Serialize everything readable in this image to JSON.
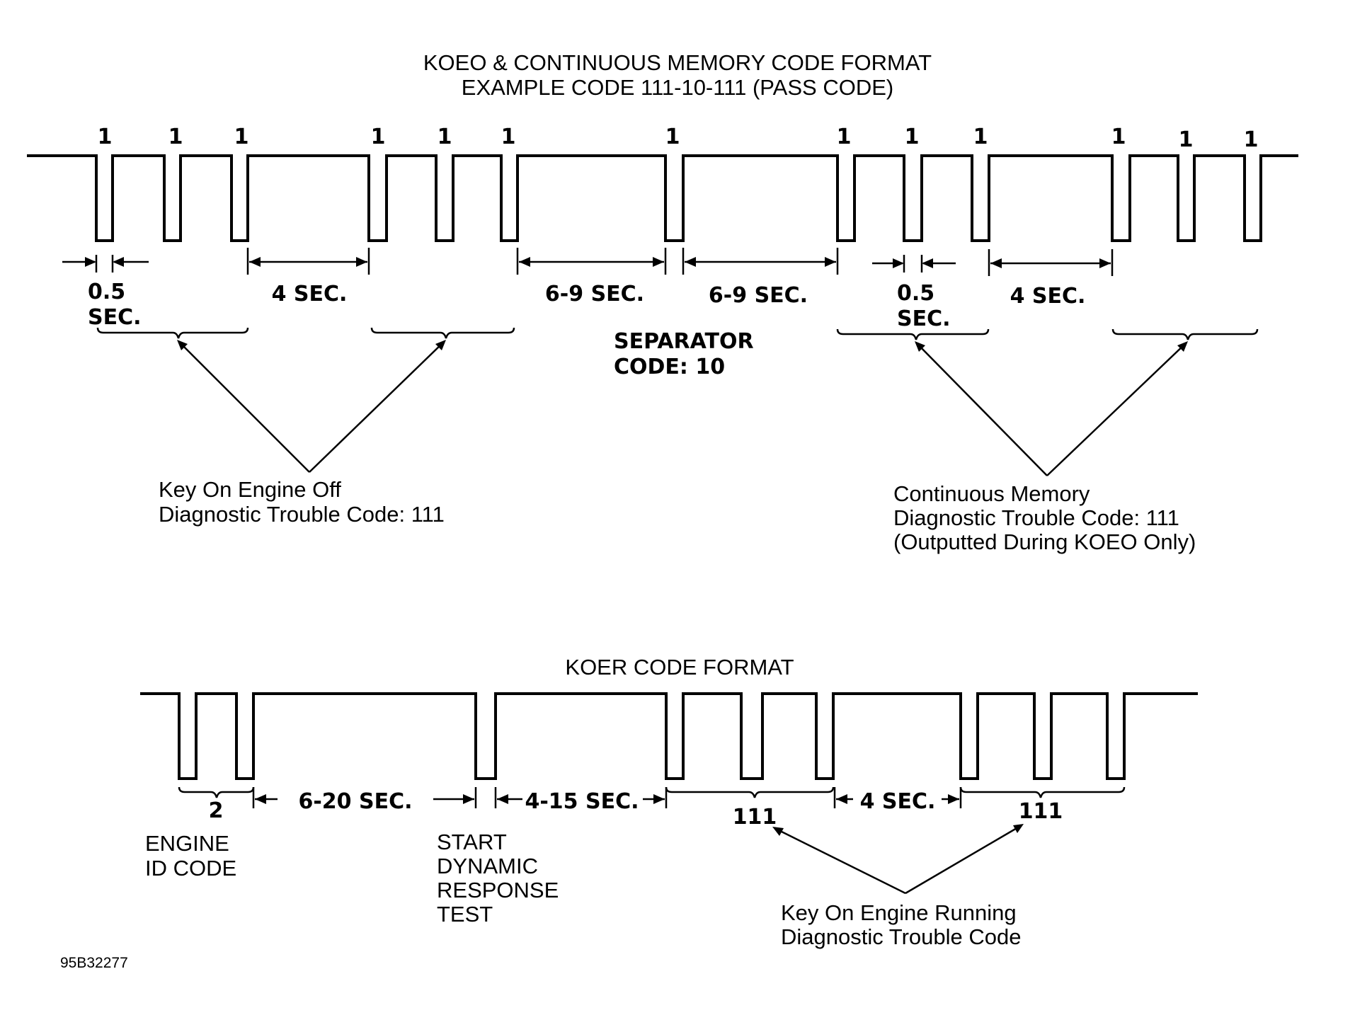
{
  "top": {
    "title_line1": "KOEO & CONTINUOUS MEMORY CODE FORMAT",
    "title_line2": "EXAMPLE CODE 111-10-111 (PASS CODE)",
    "pulse_digits": [
      "1",
      "1",
      "1",
      "1",
      "1",
      "1",
      "1",
      "1",
      "1",
      "1",
      "1",
      "1",
      "1"
    ],
    "timing": {
      "half_sec_a_1": "0.5",
      "half_sec_a_2": "SEC.",
      "four_sec_a": "4 SEC.",
      "six_nine_a": "6-9 SEC.",
      "six_nine_b": "6-9 SEC.",
      "half_sec_b_1": "0.5",
      "half_sec_b_2": "SEC.",
      "four_sec_b": "4 SEC."
    },
    "separator_1": "SEPARATOR",
    "separator_2": "CODE: 10",
    "koeo_label_1": "Key On Engine Off",
    "koeo_label_2": "Diagnostic Trouble Code: 111",
    "cm_label_1": "Continuous Memory",
    "cm_label_2": "Diagnostic Trouble Code: 111",
    "cm_label_3": "(Outputted During KOEO Only)"
  },
  "bottom": {
    "title": "KOER CODE FORMAT",
    "engine_id_digit": "2",
    "engine_id_1": "ENGINE",
    "engine_id_2": "ID CODE",
    "gap_6_20": "6-20 SEC.",
    "gap_4_15": "4-15 SEC.",
    "gap_4": "4 SEC.",
    "code_a": "111",
    "code_b": "111",
    "start_1": "START",
    "start_2": "DYNAMIC",
    "start_3": "RESPONSE",
    "start_4": "TEST",
    "koer_label_1": "Key On Engine Running",
    "koer_label_2": "Diagnostic Trouble Code"
  },
  "figure_id": "95B32277"
}
